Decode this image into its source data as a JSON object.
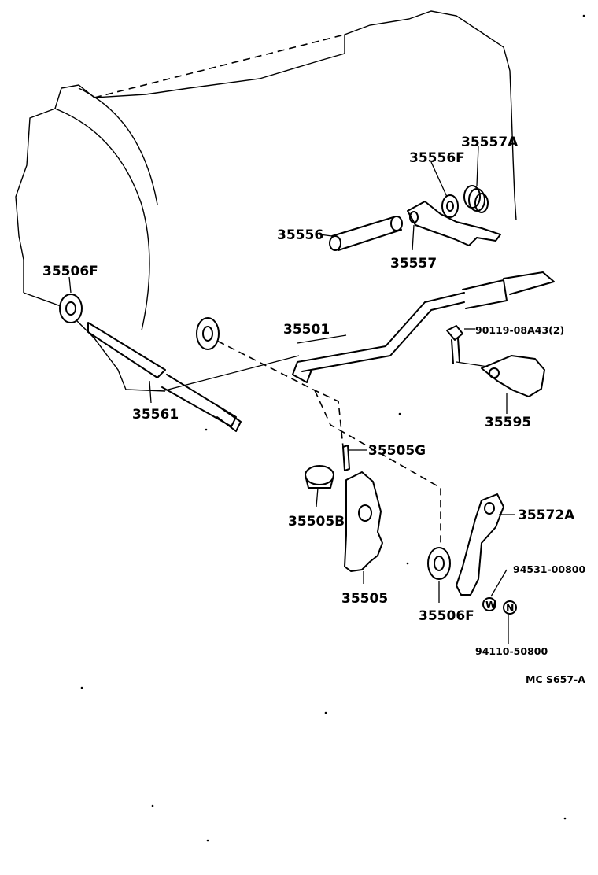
{
  "labels": {
    "p35557A": "35557A",
    "p35556F": "35556F",
    "p35556": "35556",
    "p35557": "35557",
    "p35506F_top": "35506F",
    "p35501": "35501",
    "p90119": "90119-08A43(2)",
    "p35561": "35561",
    "p35595": "35595",
    "p35505G": "35505G",
    "p35572A": "35572A",
    "p35505B": "35505B",
    "p94531": "94531-00800",
    "p35505": "35505",
    "p35506F_bottom": "35506F",
    "p94110": "94110-50800",
    "code": "MC S657-A"
  },
  "marks": {
    "washer": "W",
    "nut": "N"
  }
}
